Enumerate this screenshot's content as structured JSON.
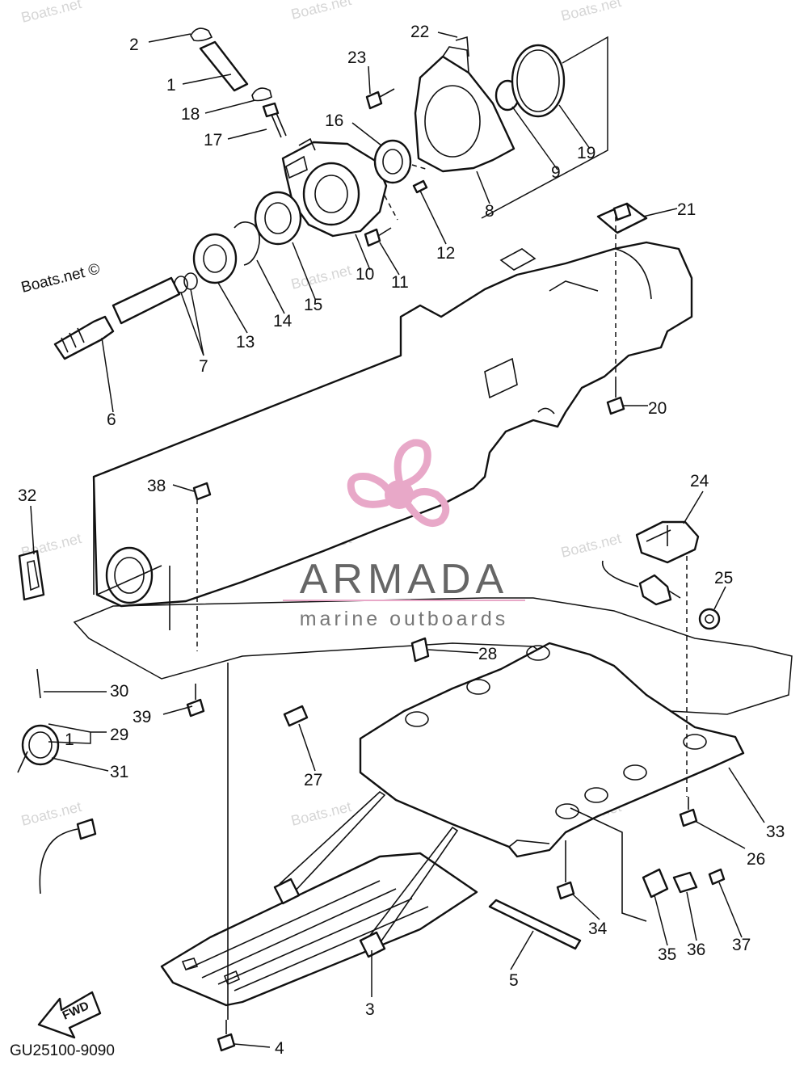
{
  "diagram": {
    "code": "GU25100-9090",
    "credit": "Boats.net ©",
    "fwd_label": "FWD",
    "watermark": "Boats.net",
    "logo": {
      "name": "ARMADA",
      "tagline": "marine outboards",
      "color": "#e8a8c8"
    },
    "callouts": [
      "1",
      "2",
      "3",
      "4",
      "5",
      "6",
      "7",
      "8",
      "9",
      "10",
      "11",
      "12",
      "13",
      "14",
      "15",
      "16",
      "17",
      "18",
      "19",
      "20",
      "21",
      "22",
      "23",
      "24",
      "25",
      "26",
      "27",
      "28",
      "29",
      "30",
      "31",
      "32",
      "33",
      "34",
      "35",
      "36",
      "37",
      "38",
      "39"
    ],
    "callout_labels": {
      "c1": "1",
      "c2": "2",
      "c3": "3",
      "c4": "4",
      "c5": "5",
      "c6": "6",
      "c7": "7",
      "c8": "8",
      "c9": "9",
      "c10": "10",
      "c11": "11",
      "c12": "12",
      "c13": "13",
      "c14": "14",
      "c15": "15",
      "c16": "16",
      "c17": "17",
      "c18": "18",
      "c19": "19",
      "c20": "20",
      "c21": "21",
      "c22": "22",
      "c23": "23",
      "c24": "24",
      "c25": "25",
      "c26": "26",
      "c27": "27",
      "c28": "28",
      "c29": "29",
      "c30": "30",
      "c31": "31",
      "c32": "32",
      "c33": "33",
      "c34": "34",
      "c35": "35",
      "c36": "36",
      "c37": "37",
      "c38": "38",
      "c39": "39",
      "c1b": "1"
    }
  }
}
